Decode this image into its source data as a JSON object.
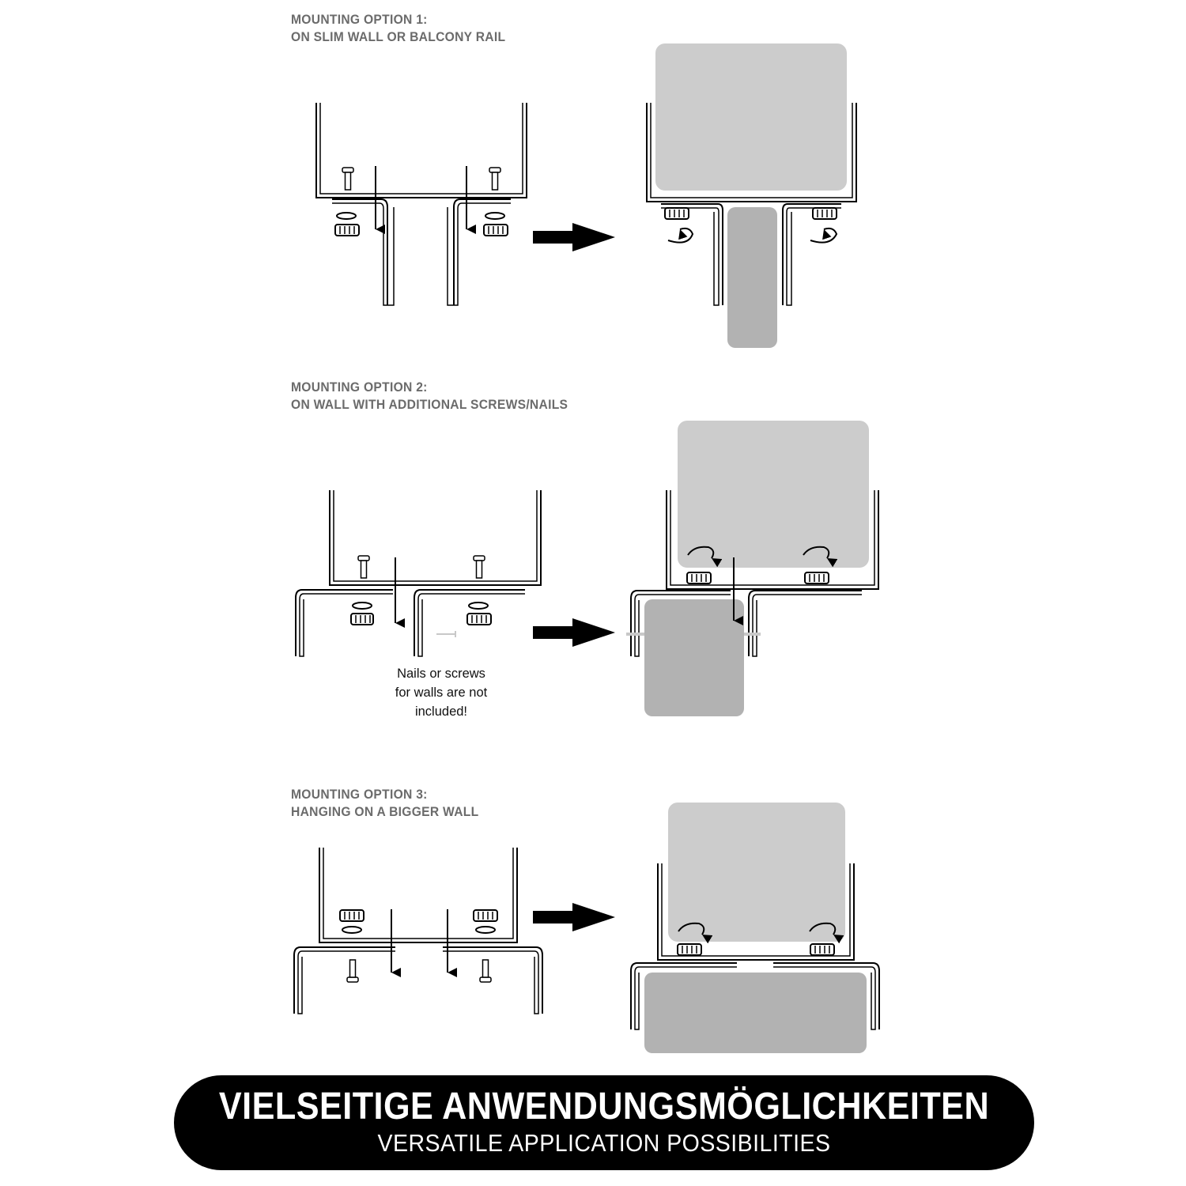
{
  "options": [
    {
      "line1": "MOUNTING OPTION 1:",
      "line2": "ON SLIM WALL OR BALCONY RAIL"
    },
    {
      "line1": "MOUNTING OPTION 2:",
      "line2": "ON WALL WITH ADDITIONAL SCREWS/NAILS"
    },
    {
      "line1": "MOUNTING OPTION 3:",
      "line2": "HANGING ON A BIGGER WALL"
    }
  ],
  "note": {
    "line1": "Nails or screws",
    "line2": "for walls are not",
    "line3": "included!"
  },
  "banner": {
    "title": "VIELSEITIGE ANWENDUNGSMÖGLICHKEITEN",
    "subtitle": "VERSATILE APPLICATION POSSIBILITIES"
  },
  "colors": {
    "heading": "#6b6b6b",
    "planter": "#cccccc",
    "wall": "#b2b2b2",
    "banner": "#000000"
  }
}
